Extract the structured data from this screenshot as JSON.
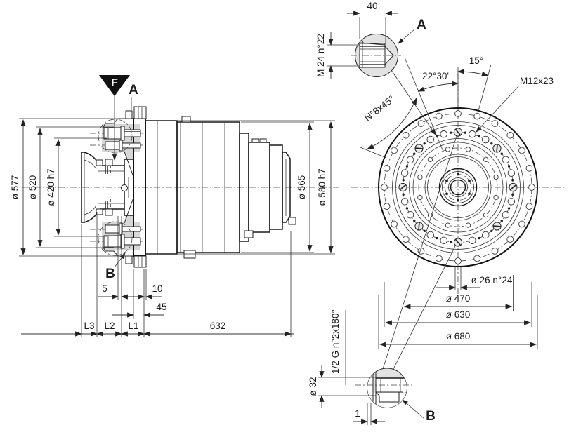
{
  "side_view": {
    "view_flag": "F",
    "detail_a_ref": "A",
    "detail_b_ref": "B",
    "dia_577": "ø 577",
    "dia_520": "ø 520",
    "dia_420": "ø 420 h7",
    "dia_565": "ø 565",
    "dia_580": "ø 580 h7",
    "dim_5": "5",
    "dim_10": "10",
    "dim_45": "45",
    "dim_632": "632",
    "l1": "L1",
    "l2": "L2",
    "l3": "L3"
  },
  "front_view": {
    "angle_15": "15°",
    "angle_22_30": "22°30'",
    "holes_8x45": "N°8x45°",
    "m12_holes": "M12x23",
    "dia_26": "ø 26 n°24",
    "dia_470": "ø 470",
    "dia_630": "ø 630",
    "dia_680": "ø 680"
  },
  "detail_a": {
    "label": "A",
    "dim_40": "40",
    "thread": "M 24 n°22"
  },
  "detail_b": {
    "label": "B",
    "dim_1": "1",
    "dia_32": "ø 32",
    "plug": "1/2 G n°2x180°"
  },
  "colors": {
    "line": "#222222",
    "section_grey": "#d7d7d7"
  }
}
